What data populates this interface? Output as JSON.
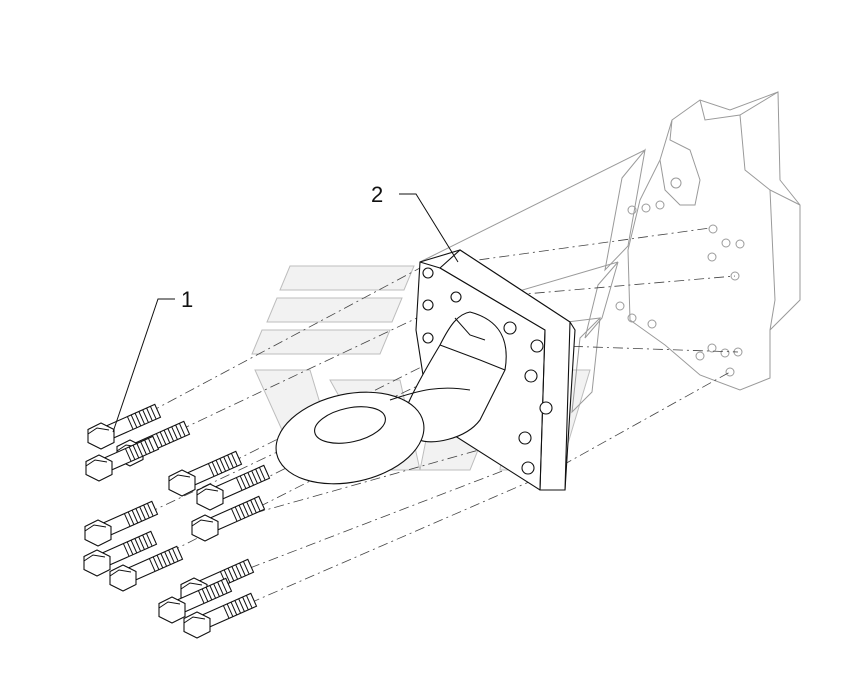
{
  "callouts": [
    {
      "id": "1",
      "label": "1",
      "part": "bolts"
    },
    {
      "id": "2",
      "label": "2",
      "part": "towing-hook"
    }
  ],
  "colors": {
    "line": "#111111",
    "ghost": "#9a9a9a",
    "watermark": "#bdbdbd"
  }
}
